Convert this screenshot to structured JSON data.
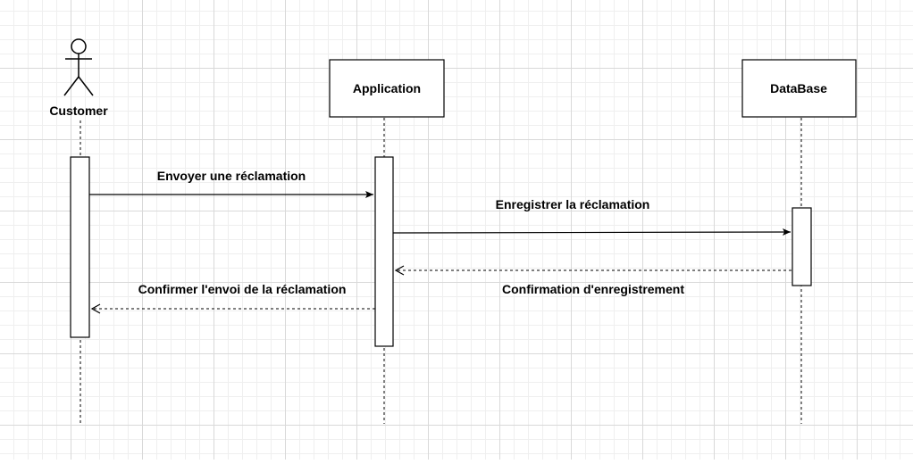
{
  "participants": {
    "actor": {
      "name": "Customer"
    },
    "app": {
      "name": "Application"
    },
    "db": {
      "name": "DataBase"
    }
  },
  "messages": [
    {
      "label": "Envoyer une réclamation",
      "from": "Customer",
      "to": "Application",
      "type": "synchronous"
    },
    {
      "label": "Enregistrer la réclamation",
      "from": "Application",
      "to": "DataBase",
      "type": "synchronous"
    },
    {
      "label": "Confirmation d'enregistrement",
      "from": "DataBase",
      "to": "Application",
      "type": "return"
    },
    {
      "label": "Confirmer l'envoi de la réclamation",
      "from": "Application",
      "to": "Customer",
      "type": "return"
    }
  ],
  "colors": {
    "line": "#000000",
    "grid_major": "#d9d9d9",
    "grid_minor": "#efefef"
  }
}
